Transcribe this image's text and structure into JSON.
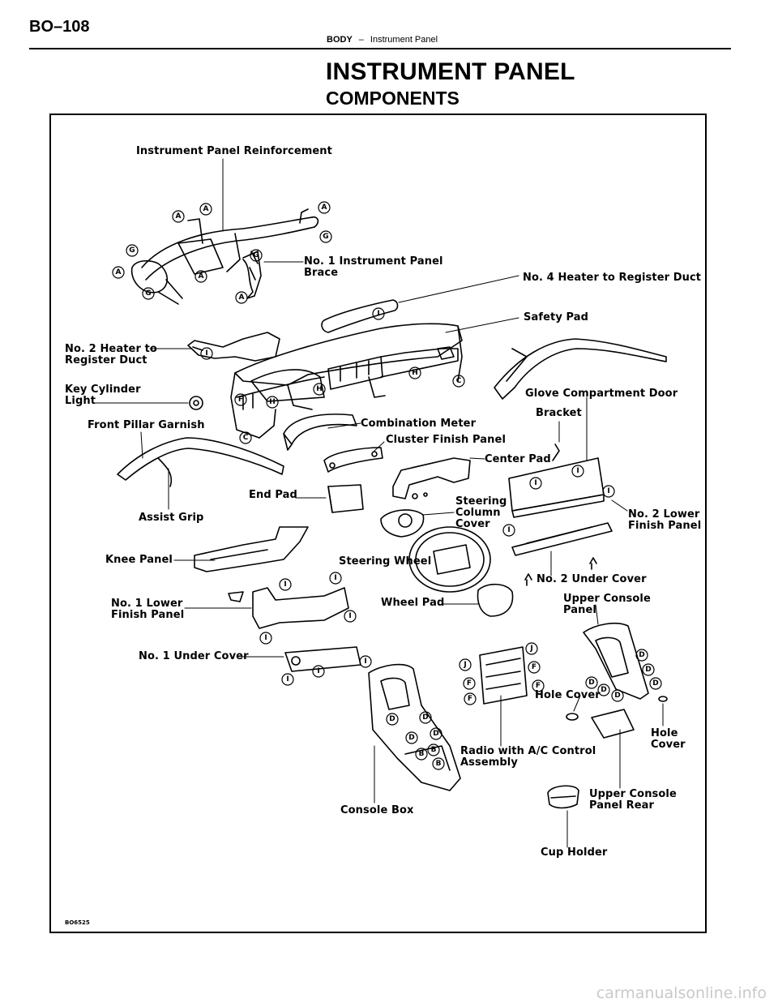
{
  "header": {
    "page_number": "BO–108",
    "section": "BODY",
    "separator": "–",
    "subsection": "Instrument Panel"
  },
  "title": "INSTRUMENT PANEL",
  "subtitle": "COMPONENTS",
  "figure_code": "BO6525",
  "watermark": "carmanualsonline.info",
  "labels": {
    "instrument_panel_reinforcement": "Instrument Panel Reinforcement",
    "no1_instrument_panel_brace": "No. 1 Instrument Panel\nBrace",
    "no4_heater_to_register_duct": "No. 4 Heater to Register Duct",
    "safety_pad": "Safety Pad",
    "no2_heater_to_register_duct": "No. 2 Heater to\nRegister Duct",
    "key_cylinder_light": "Key Cylinder\nLight",
    "front_pillar_garnish": "Front Pillar Garnish",
    "glove_compartment_door": "Glove Compartment Door",
    "bracket": "Bracket",
    "combination_meter": "Combination Meter",
    "cluster_finish_panel": "Cluster Finish Panel",
    "center_pad": "Center Pad",
    "end_pad": "End Pad",
    "steering_column_cover": "Steering\nColumn\nCover",
    "no2_lower_finish_panel": "No. 2 Lower\nFinish Panel",
    "assist_grip": "Assist Grip",
    "knee_panel": "Knee Panel",
    "steering_wheel": "Steering Wheel",
    "no2_under_cover": "No. 2 Under Cover",
    "no1_lower_finish_panel": "No. 1 Lower\nFinish Panel",
    "wheel_pad": "Wheel Pad",
    "upper_console_panel": "Upper Console\nPanel",
    "no1_under_cover": "No. 1 Under Cover",
    "hole_cover_a": "Hole Cover",
    "hole_cover_b": "Hole\nCover",
    "radio_ac_control": "Radio with A/C Control\nAssembly",
    "upper_console_panel_rear": "Upper Console\nPanel Rear",
    "console_box": "Console Box",
    "cup_holder": "Cup Holder"
  },
  "clip_letters": {
    "A": "A",
    "B": "B",
    "C": "C",
    "D": "D",
    "F": "F",
    "G": "G",
    "H": "H",
    "I": "I",
    "J": "J"
  }
}
